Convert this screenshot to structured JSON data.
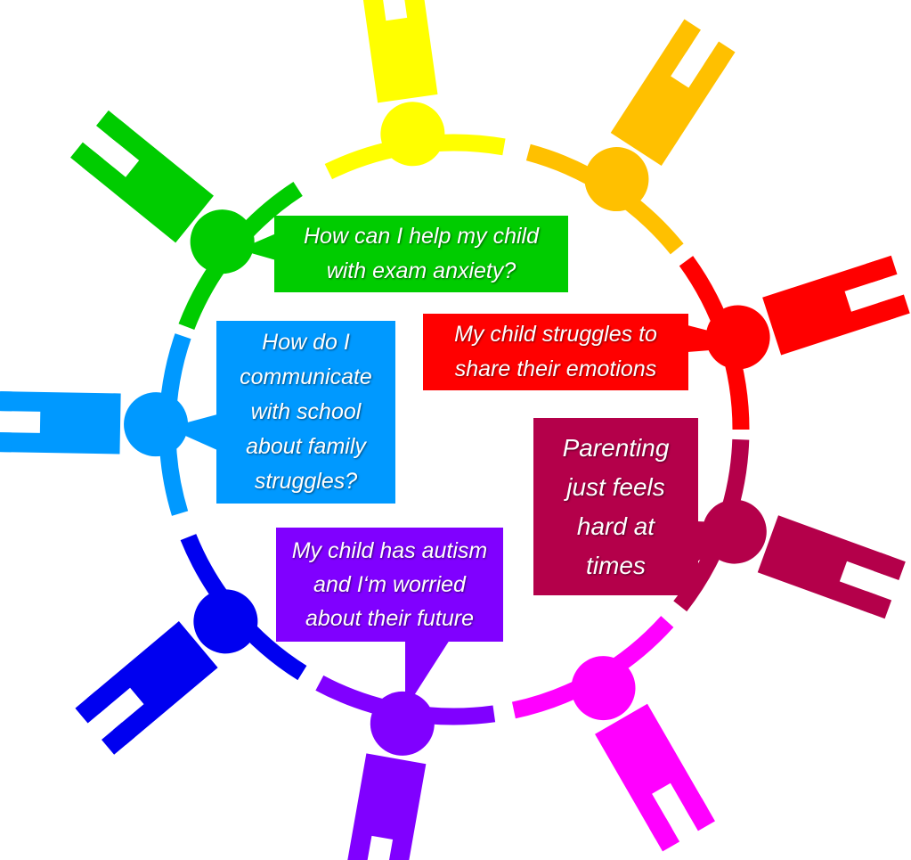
{
  "figures": [
    {
      "name": "yellow",
      "color": "#ffff00",
      "angle": -8
    },
    {
      "name": "orange",
      "color": "#ffc000",
      "angle": 33
    },
    {
      "name": "red",
      "color": "#ff0000",
      "angle": 72
    },
    {
      "name": "maroon",
      "color": "#b4004a",
      "angle": 110
    },
    {
      "name": "magenta",
      "color": "#ff00ff",
      "angle": 150
    },
    {
      "name": "purple",
      "color": "#8000ff",
      "angle": 190
    },
    {
      "name": "blue",
      "color": "#0000f0",
      "angle": 230
    },
    {
      "name": "light-blue",
      "color": "#0099ff",
      "angle": 271
    },
    {
      "name": "green",
      "color": "#00cc00",
      "angle": 309
    }
  ],
  "bubbles": {
    "green": {
      "text": "How can I help my child\nwith exam anxiety?",
      "color": "#00cc00"
    },
    "red": {
      "text": "My child struggles to\nshare their emotions",
      "color": "#ff0000"
    },
    "light_blue": {
      "text": "How do I\ncommunicate\nwith school\nabout family\nstruggles?",
      "color": "#0099ff"
    },
    "maroon": {
      "text": "Parenting\njust feels\nhard at\ntimes",
      "color": "#b4004a"
    },
    "purple": {
      "text": "My child has autism\nand I‘m worried\nabout their future",
      "color": "#8000ff"
    }
  }
}
